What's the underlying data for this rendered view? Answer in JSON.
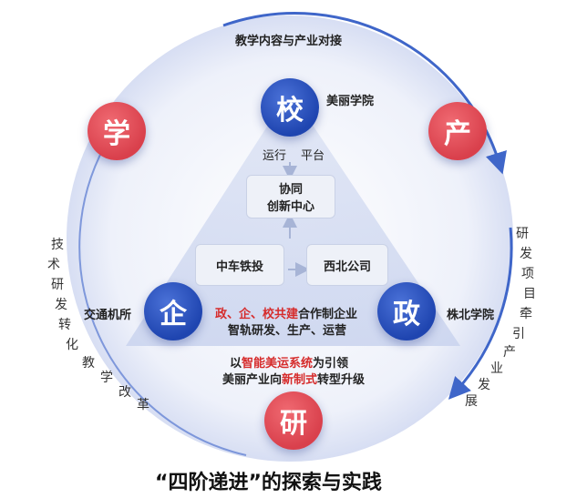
{
  "top_arc_label": "教学内容与产业对接",
  "nodes": {
    "xiao": "校",
    "qi": "企",
    "zheng": "政",
    "xue": "学",
    "chan": "产",
    "yan": "研"
  },
  "node_labels": {
    "xiao": "美丽学院",
    "qi": "交通机所",
    "zheng": "株北学院"
  },
  "operation": {
    "run": "运行",
    "platform": "平台"
  },
  "boxes": {
    "center_line1": "协同",
    "center_line2": "创新中心",
    "left": "中车铁投",
    "right": "西北公司"
  },
  "inner_text": {
    "line1_parts": [
      "政、企、校共建",
      "合作制企业"
    ],
    "line2": "智轨研发、生产、运营"
  },
  "bottom_text": {
    "line1_parts": [
      "以",
      "智能美运系统",
      "为引领"
    ],
    "line2_parts": [
      "美丽产业向",
      "新制式",
      "转型升级"
    ]
  },
  "left_vertical": [
    "技",
    "术",
    "研",
    "发",
    "转",
    "化",
    "教",
    "学",
    "改",
    "革"
  ],
  "right_vertical": [
    "研",
    "发",
    "项",
    "目",
    "牵",
    "引",
    "产",
    "业",
    "发",
    "展"
  ],
  "footer": "“四阶递进”的探索与实践",
  "colors": {
    "blue": "#1f45b0",
    "red": "#d9404c",
    "text_red": "#d62b2b"
  }
}
